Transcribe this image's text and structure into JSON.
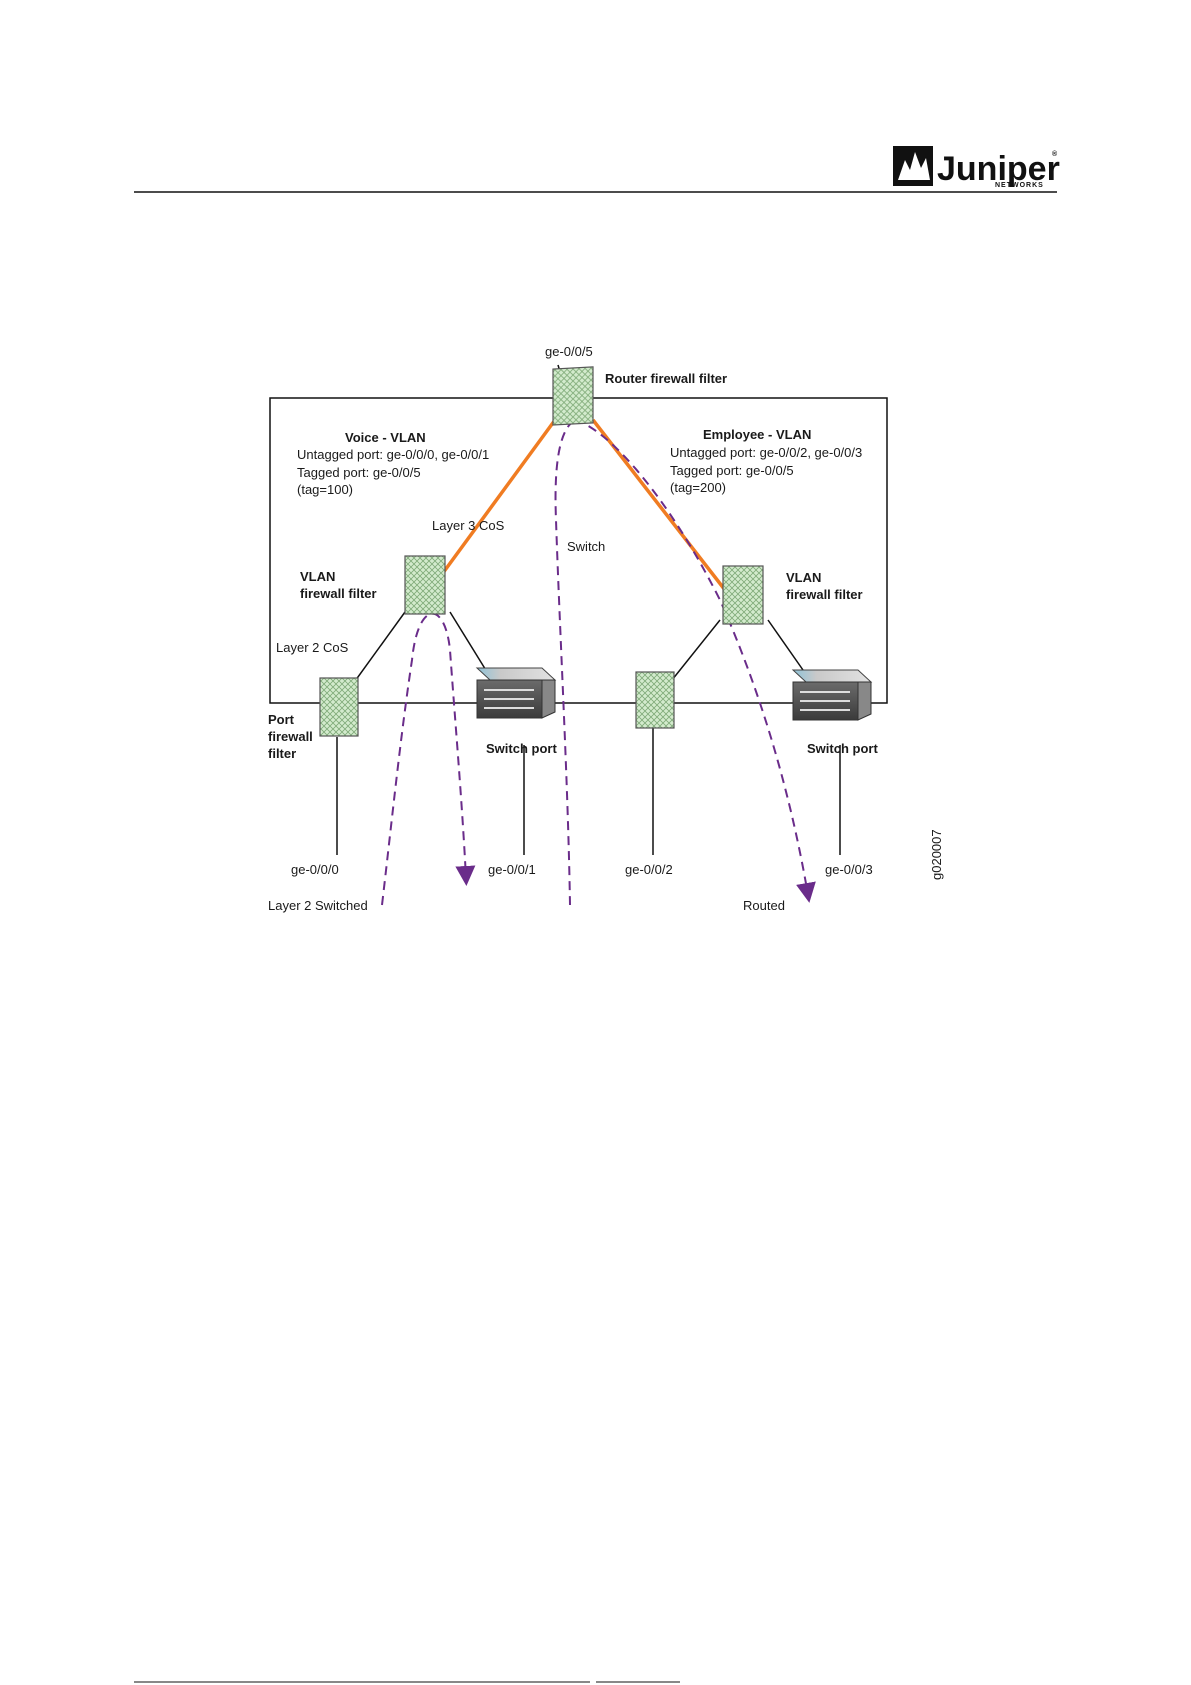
{
  "header": {
    "logo_text": "Juniper",
    "logo_sub": "NETWORKS",
    "logo_mark": "®"
  },
  "diagram": {
    "router_port": "ge-0/0/5",
    "router_filter": "Router firewall filter",
    "voice_vlan": {
      "title": "Voice - VLAN",
      "untagged": "Untagged port: ge-0/0/0, ge-0/0/1",
      "tagged": "Tagged port: ge-0/0/5",
      "tag": "(tag=100)"
    },
    "employee_vlan": {
      "title": "Employee - VLAN",
      "untagged": "Untagged port: ge-0/0/2, ge-0/0/3",
      "tagged": "Tagged port: ge-0/0/5",
      "tag": "(tag=200)"
    },
    "layer3_cos": "Layer 3 CoS",
    "switch_label": "Switch",
    "vlan_filter_line1": "VLAN",
    "vlan_filter_line2": "firewall filter",
    "layer2_cos": "Layer 2 CoS",
    "port_filter_line1": "Port",
    "port_filter_line2": "firewall",
    "port_filter_line3": "filter",
    "switch_port": "Switch port",
    "ports": [
      "ge-0/0/0",
      "ge-0/0/1",
      "ge-0/0/2",
      "ge-0/0/3"
    ],
    "layer2_switched": "Layer 2 Switched",
    "routed": "Routed",
    "figure_id": "g020007",
    "colors": {
      "trunk": "#f07c22",
      "flow": "#6a2c8a",
      "filter_fill": "#cfe8c9",
      "filter_grid": "#7faa78"
    }
  }
}
